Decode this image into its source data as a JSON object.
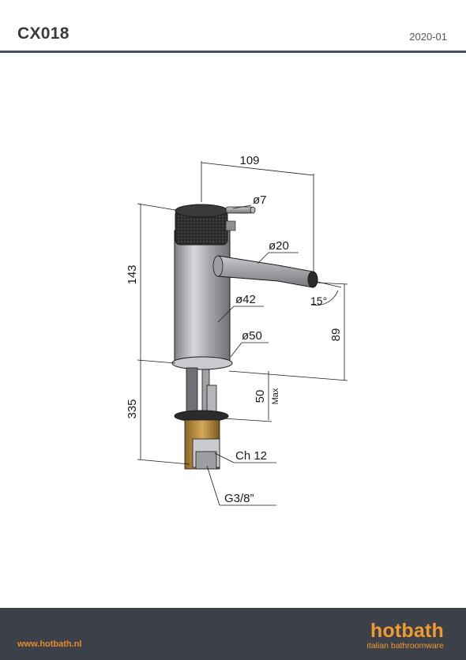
{
  "header": {
    "title": "CX018",
    "date": "2020-01"
  },
  "drawing": {
    "dimensions": {
      "width_top": "109",
      "handle_dia": "ø7",
      "spout_dia": "ø20",
      "angle": "15°",
      "body_dia": "ø42",
      "base_dia": "ø50",
      "height_body": "143",
      "height_spout": "89",
      "height_below": "335",
      "deck_max": "50",
      "deck_max_label": "Max",
      "hex": "Ch 12",
      "thread": "G3/8”"
    },
    "colors": {
      "line": "#1a1a1a",
      "steel": "#9a9ca0",
      "knurl": "#2a2a2a",
      "brass": "#b58a3c"
    }
  },
  "footer": {
    "website": "www.hotbath.nl",
    "brand": "hotbath",
    "tagline": "italian bathroomware",
    "accent": "#f39a2e",
    "background": "#3c4048"
  }
}
